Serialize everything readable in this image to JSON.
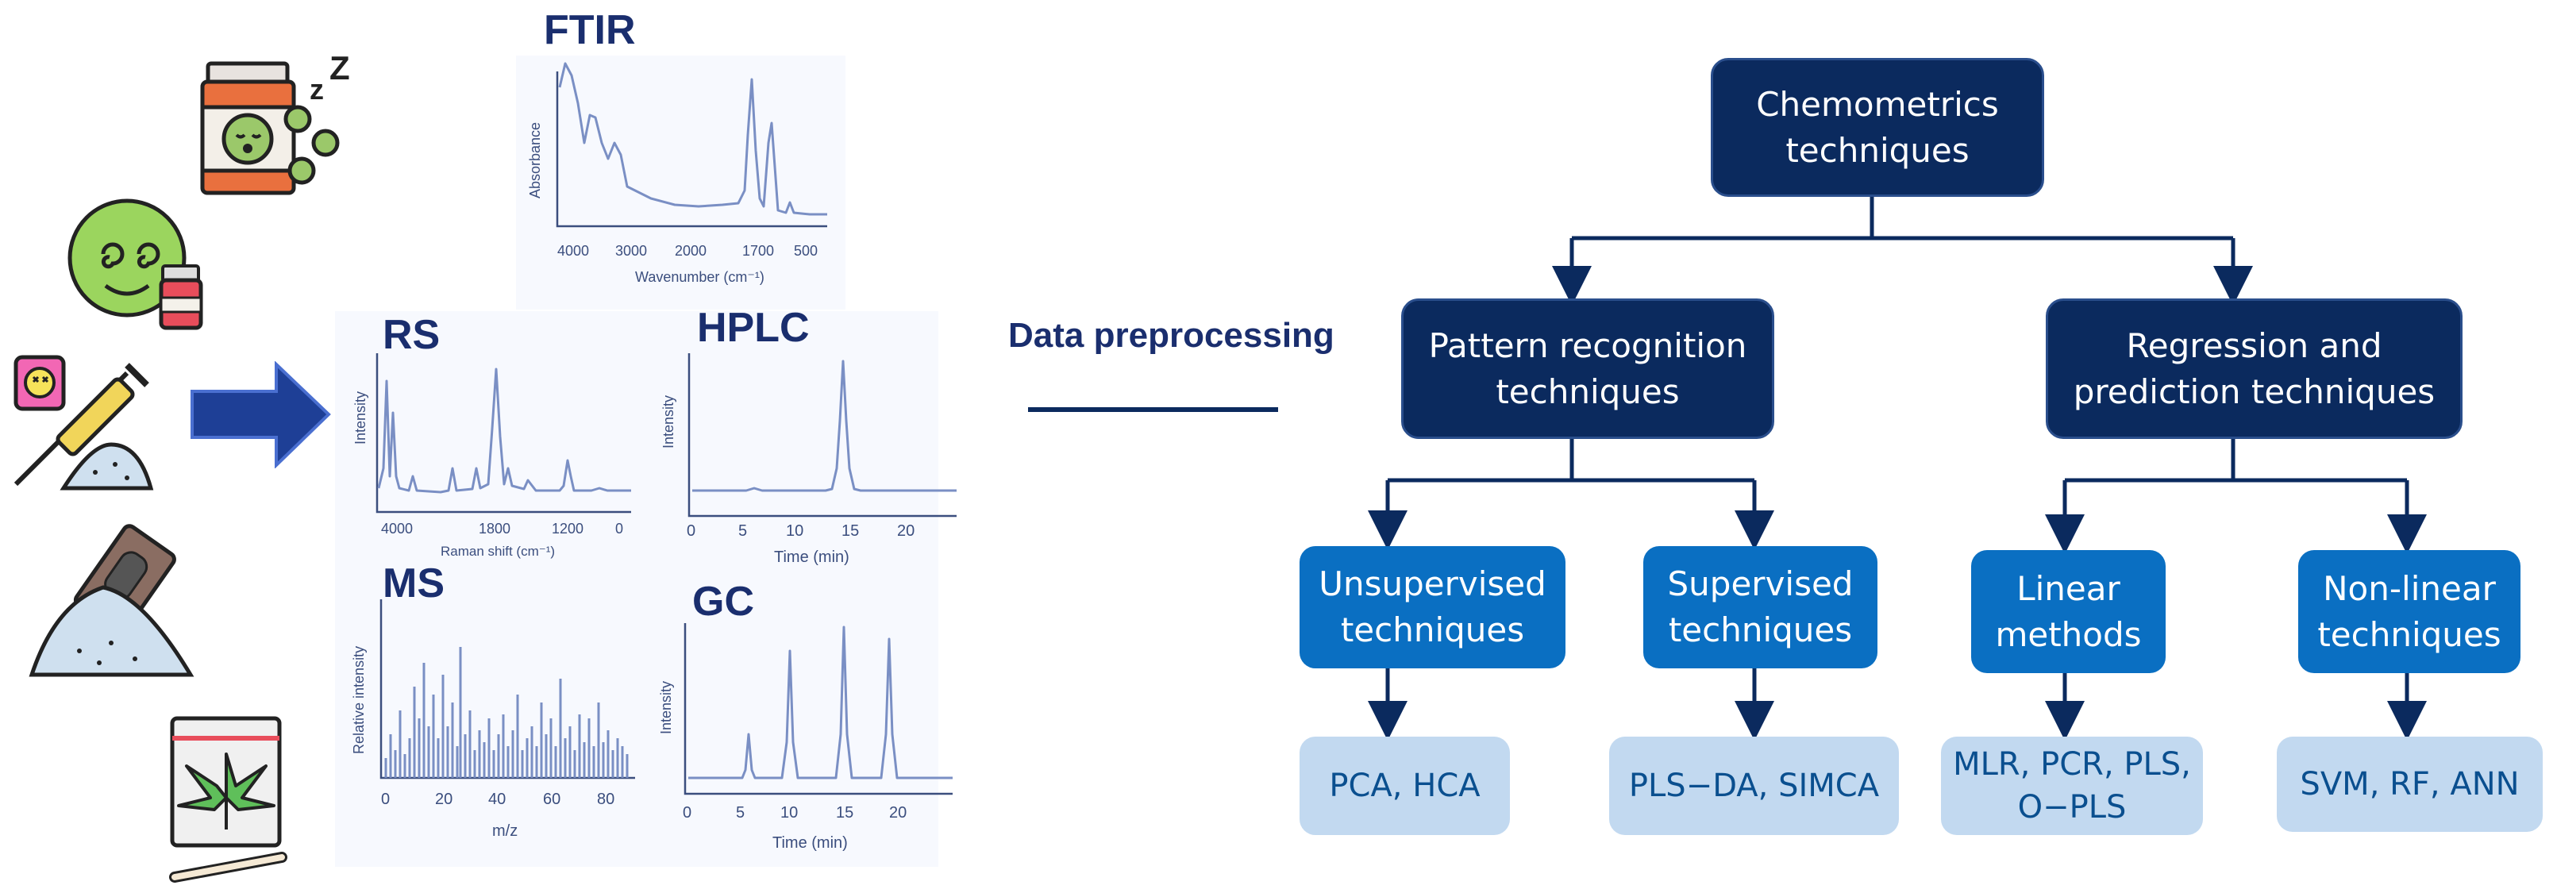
{
  "diagram": {
    "root": "Chemometrics\ntechniques",
    "branches": [
      {
        "label": "Pattern recognition\ntechniques",
        "children": [
          {
            "label": "Unsupervised\ntechniques",
            "examples": "PCA, HCA"
          },
          {
            "label": "Supervised\ntechniques",
            "examples": "PLS−DA, SIMCA"
          }
        ]
      },
      {
        "label": "Regression and\nprediction techniques",
        "children": [
          {
            "label": "Linear\nmethods",
            "examples": "MLR, PCR, PLS,\nO−PLS"
          },
          {
            "label": "Non-linear\ntechniques",
            "examples": "SVM, RF, ANN"
          }
        ]
      }
    ],
    "preprocessing_label": "Data preprocessing"
  },
  "plots": {
    "ftir": {
      "title": "FTIR",
      "ylabel": "Absorbance",
      "xlabel": "Wavenumber (cm⁻¹)",
      "ticks": [
        "4000",
        "3000",
        "2000",
        "1700",
        "500"
      ]
    },
    "rs": {
      "title": "RS",
      "ylabel": "Intensity",
      "xlabel": "Raman shift (cm⁻¹)",
      "ticks": [
        "4000",
        "1800",
        "1200",
        "0"
      ]
    },
    "hplc": {
      "title": "HPLC",
      "ylabel": "Intensity",
      "xlabel": "Time (min)",
      "ticks": [
        "0",
        "5",
        "10",
        "15",
        "20"
      ]
    },
    "ms": {
      "title": "MS",
      "ylabel": "Relative intensity",
      "xlabel": "m/z",
      "ticks": [
        "0",
        "20",
        "40",
        "60",
        "80"
      ]
    },
    "gc": {
      "title": "GC",
      "ylabel": "Intensity",
      "xlabel": "Time (min)",
      "ticks": [
        "0",
        "5",
        "10",
        "15",
        "20"
      ]
    }
  },
  "colors": {
    "dark_box": "#0b2a5e",
    "mid_box": "#0a6fc2",
    "light_box": "#c2d9f0",
    "line": "#0b2a5e",
    "arrow": "#1e3f96",
    "curve": "#7a8fc4"
  },
  "icons": [
    "sleeping-pill-bottle-icon",
    "dizzy-face-icon",
    "syringe-powder-icon",
    "razor-powder-icon",
    "cannabis-bag-icon",
    "arrow-right-icon"
  ]
}
